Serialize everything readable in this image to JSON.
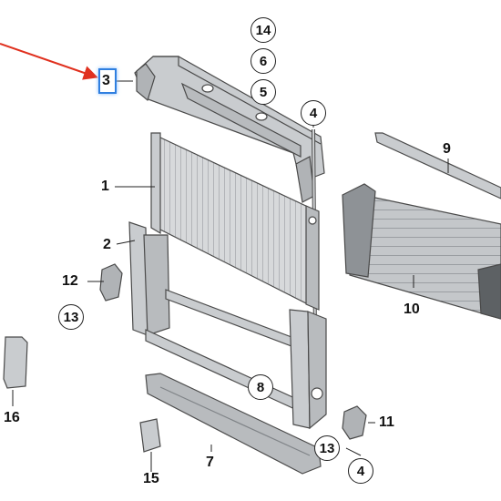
{
  "callouts": [
    {
      "id": "p1",
      "text": "1"
    },
    {
      "id": "p2",
      "text": "2"
    },
    {
      "id": "p3",
      "text": "3",
      "highlighted": true
    },
    {
      "id": "p4a",
      "text": "4",
      "circled": true
    },
    {
      "id": "p4b",
      "text": "4",
      "circled": true
    },
    {
      "id": "p5",
      "text": "5",
      "circled": true
    },
    {
      "id": "p6",
      "text": "6",
      "circled": true
    },
    {
      "id": "p7",
      "text": "7"
    },
    {
      "id": "p8",
      "text": "8",
      "circled": true
    },
    {
      "id": "p9",
      "text": "9"
    },
    {
      "id": "p10",
      "text": "10"
    },
    {
      "id": "p11",
      "text": "11"
    },
    {
      "id": "p12",
      "text": "12"
    },
    {
      "id": "p13a",
      "text": "13",
      "circled": true
    },
    {
      "id": "p13b",
      "text": "13",
      "circled": true
    },
    {
      "id": "p14",
      "text": "14",
      "circled": true
    },
    {
      "id": "p15",
      "text": "15"
    },
    {
      "id": "p16",
      "text": "16"
    }
  ],
  "colors": {
    "highlight": "#2f7fe0",
    "arrow": "#e0301e",
    "part_fill": "#c9cccf",
    "part_stroke": "#4a4a4a"
  }
}
